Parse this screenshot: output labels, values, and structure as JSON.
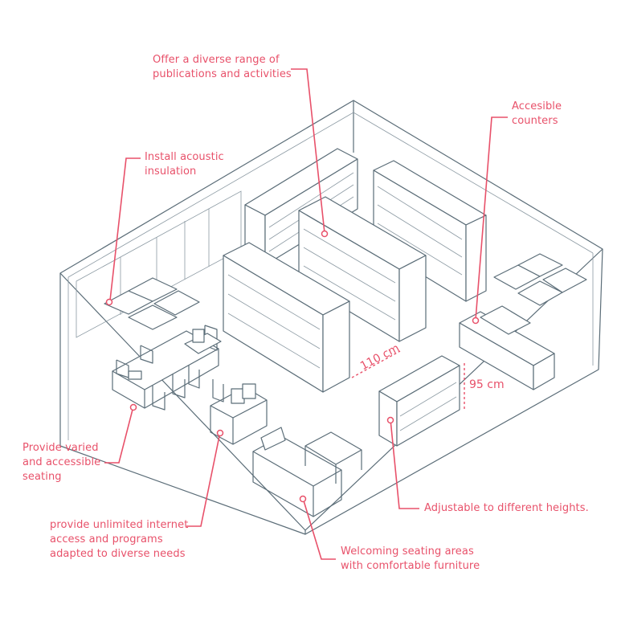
{
  "annotations": {
    "publications": "Offer a diverse range of\npublications and activities",
    "acoustic": "Install acoustic\ninsulation",
    "counters": "Accesible\ncounters",
    "seating": "Provide varied\nand accessible\nseating",
    "internet": "provide unlimited internet\naccess and programs\nadapted to diverse needs",
    "adjustable": "Adjustable to different heights.",
    "welcoming": "Welcoming seating areas\nwith comfortable furniture"
  },
  "dimensions": {
    "aisle_width": "110 cm",
    "shelf_height": "95 cm"
  },
  "colors": {
    "accent": "#e8516a",
    "line": "#5b6d78"
  }
}
